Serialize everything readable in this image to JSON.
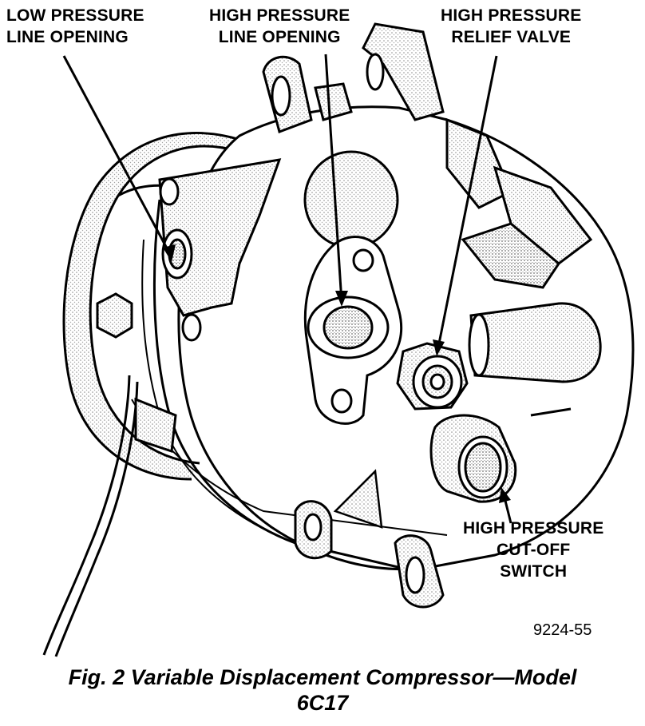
{
  "labels": {
    "low_pressure": [
      "LOW PRESSURE",
      "LINE OPENING"
    ],
    "high_pressure_line": [
      "HIGH PRESSURE",
      "LINE OPENING"
    ],
    "relief_valve": [
      "HIGH PRESSURE",
      "RELIEF VALVE"
    ],
    "cutoff_switch": [
      "HIGH PRESSURE",
      "CUT-OFF",
      "SWITCH"
    ]
  },
  "figure_number": "9224-55",
  "caption": [
    "Fig. 2 Variable Displacement Compressor—Model",
    "6C17"
  ],
  "colors": {
    "ink": "#000000",
    "paper": "#ffffff",
    "stipple": "#9a9a9a"
  }
}
